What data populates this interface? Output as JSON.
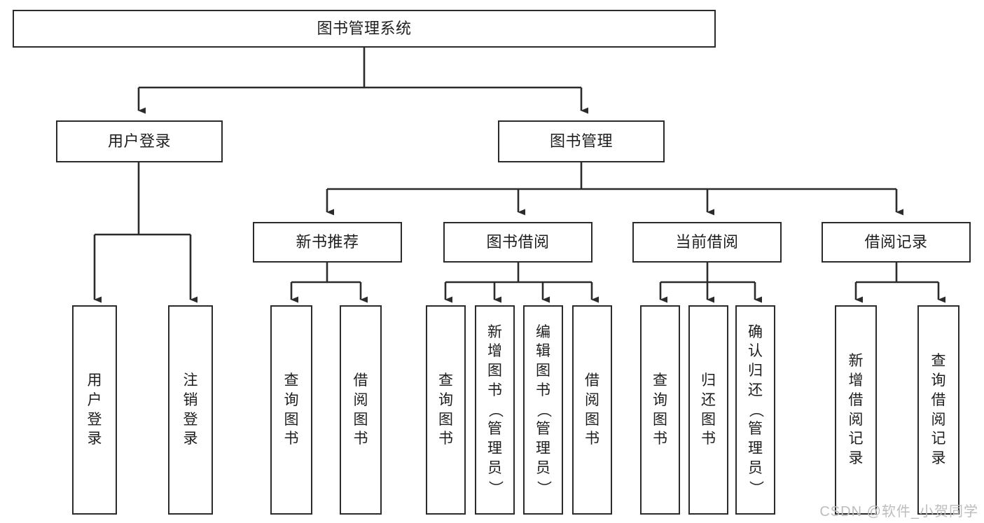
{
  "diagram": {
    "title": "图书管理系统",
    "type": "tree-hierarchy",
    "watermark": "CSDN @软件_小贺同学",
    "colors": {
      "box_border": "#2b2b2b",
      "box_fill": "#ffffff",
      "connector": "#2b2b2b",
      "text": "#1e1e1e",
      "watermark": "#bdbdbd",
      "background": "#ffffff"
    },
    "root": {
      "label": "图书管理系统"
    },
    "level2": [
      {
        "label": "用户登录"
      },
      {
        "label": "图书管理"
      }
    ],
    "level3": [
      {
        "label": "新书推荐"
      },
      {
        "label": "图书借阅"
      },
      {
        "label": "当前借阅"
      },
      {
        "label": "借阅记录"
      }
    ],
    "leaves": {
      "user_login": [
        {
          "label": "用户登录",
          "chars": [
            "用",
            "户",
            "登",
            "录"
          ]
        },
        {
          "label": "注销登录",
          "chars": [
            "注",
            "销",
            "登",
            "录"
          ]
        }
      ],
      "new_book_recommend": [
        {
          "label": "查询图书",
          "chars": [
            "查",
            "询",
            "图",
            "书"
          ]
        },
        {
          "label": "借阅图书",
          "chars": [
            "借",
            "阅",
            "图",
            "书"
          ]
        }
      ],
      "book_borrow": [
        {
          "label": "查询图书",
          "chars": [
            "查",
            "询",
            "图",
            "书"
          ]
        },
        {
          "label": "新增图书（管理员）",
          "chars": [
            "新",
            "增",
            "图",
            "书",
            "（",
            "管",
            "理",
            "员",
            "）"
          ]
        },
        {
          "label": "编辑图书（管理员）",
          "chars": [
            "编",
            "辑",
            "图",
            "书",
            "（",
            "管",
            "理",
            "员",
            "）"
          ]
        },
        {
          "label": "借阅图书",
          "chars": [
            "借",
            "阅",
            "图",
            "书"
          ]
        }
      ],
      "current_borrow": [
        {
          "label": "查询图书",
          "chars": [
            "查",
            "询",
            "图",
            "书"
          ]
        },
        {
          "label": "归还图书",
          "chars": [
            "归",
            "还",
            "图",
            "书"
          ]
        },
        {
          "label": "确认归还（管理员）",
          "chars": [
            "确",
            "认",
            "归",
            "还",
            "（",
            "管",
            "理",
            "员",
            "）"
          ]
        }
      ],
      "borrow_record": [
        {
          "label": "新增借阅记录",
          "chars": [
            "新",
            "增",
            "借",
            "阅",
            "记",
            "录"
          ]
        },
        {
          "label": "查询借阅记录",
          "chars": [
            "查",
            "询",
            "借",
            "阅",
            "记",
            "录"
          ]
        }
      ]
    }
  }
}
